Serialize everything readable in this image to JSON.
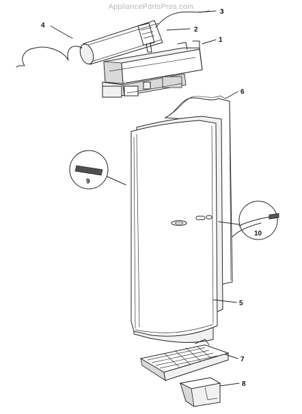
{
  "watermark": "AppliancePartsPros.com",
  "diagram": {
    "callouts": [
      {
        "label": "1"
      },
      {
        "label": "2"
      },
      {
        "label": "3"
      },
      {
        "label": "4"
      },
      {
        "label": "5"
      },
      {
        "label": "6"
      },
      {
        "label": "7"
      },
      {
        "label": "8"
      },
      {
        "label": "9"
      },
      {
        "label": "10"
      }
    ]
  }
}
